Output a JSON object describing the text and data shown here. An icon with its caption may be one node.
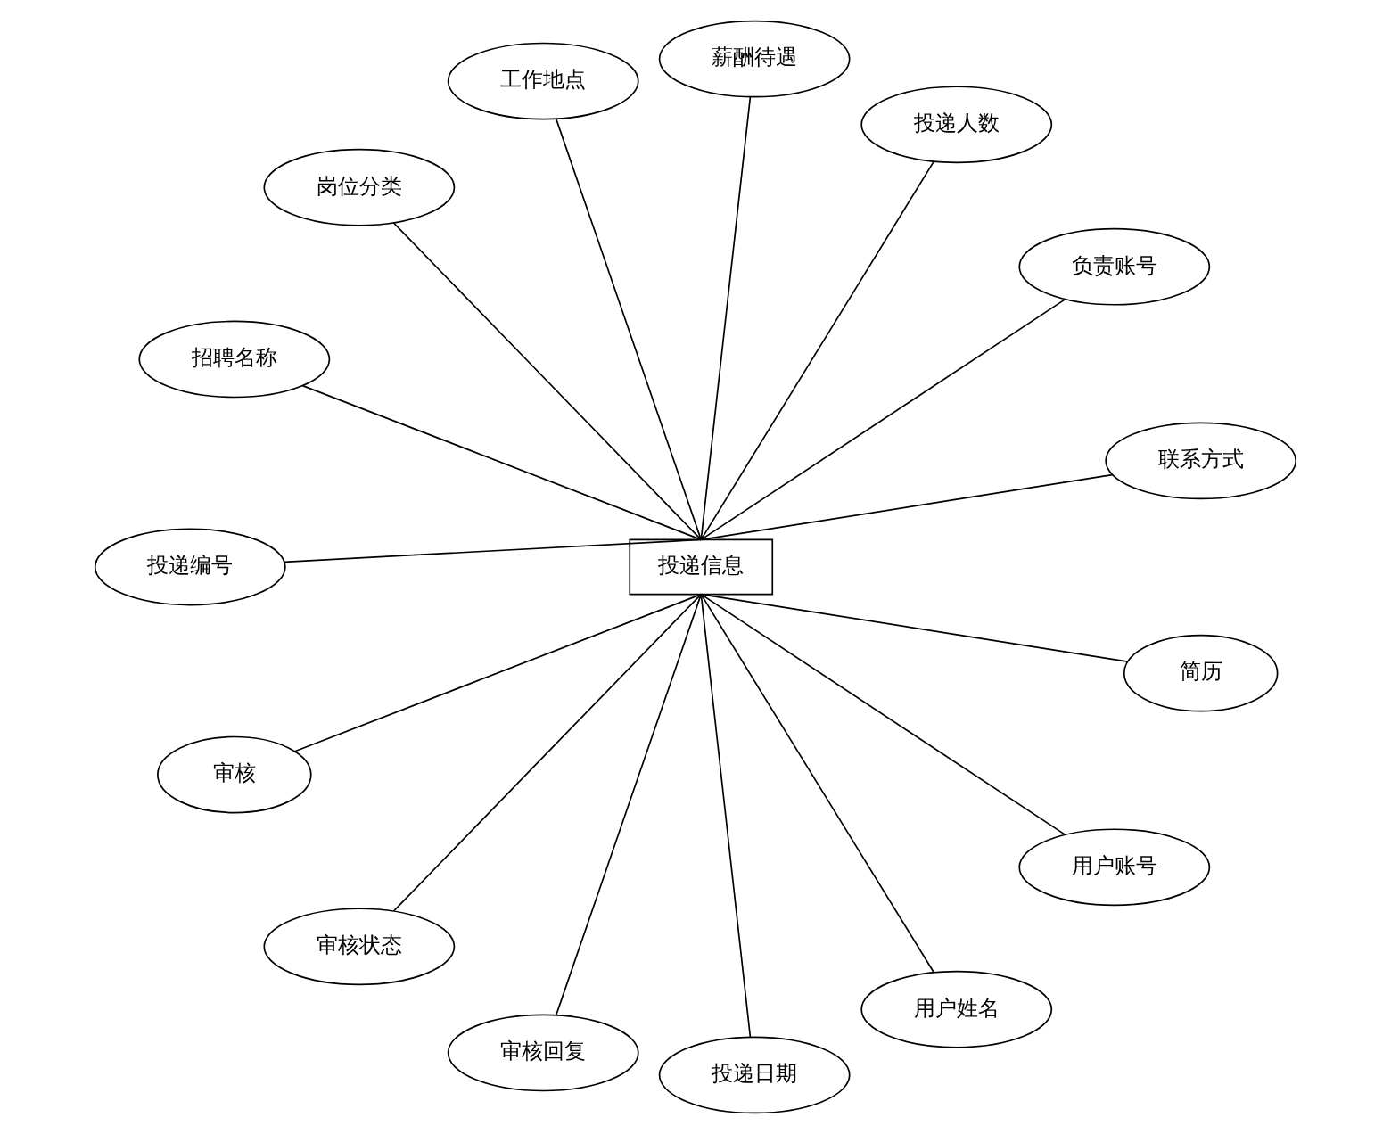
{
  "diagram": {
    "nodes": [
      {
        "text": [
          "工作地点"
        ]
      },
      {
        "text": [
          "薪酬待遇"
        ]
      },
      {
        "text": [
          "岗位分类"
        ]
      },
      {
        "text": [
          "投递人数"
        ]
      },
      {
        "text": [
          "招聘名称"
        ]
      },
      {
        "text": [
          "负责账号"
        ]
      },
      {
        "text": [
          "投递编号"
        ]
      },
      {
        "text": [
          "联系方式"
        ]
      },
      {
        "text": [
          "投递信息"
        ]
      },
      {
        "text": [
          "审核"
        ]
      },
      {
        "text": [
          "简历"
        ]
      },
      {
        "text": [
          "审核状态"
        ]
      },
      {
        "text": [
          "用户账号"
        ]
      },
      {
        "text": [
          "审核回复"
        ]
      },
      {
        "text": [
          "用户姓名"
        ]
      },
      {
        "text": [
          "投递日期"
        ]
      }
    ],
    "edges": [
      {
        "from": 8,
        "to": 6,
        "arrow": "none"
      },
      {
        "from": 8,
        "to": 4,
        "arrow": "none"
      },
      {
        "from": 8,
        "to": 2,
        "arrow": "none"
      },
      {
        "from": 8,
        "to": 0,
        "arrow": "none"
      },
      {
        "from": 8,
        "to": 1,
        "arrow": "none"
      },
      {
        "from": 8,
        "to": 3,
        "arrow": "none"
      },
      {
        "from": 8,
        "to": 5,
        "arrow": "none"
      },
      {
        "from": 8,
        "to": 7,
        "arrow": "none"
      },
      {
        "from": 8,
        "to": 10,
        "arrow": "none"
      },
      {
        "from": 8,
        "to": 12,
        "arrow": "none"
      },
      {
        "from": 8,
        "to": 14,
        "arrow": "none"
      },
      {
        "from": 8,
        "to": 15,
        "arrow": "none"
      },
      {
        "from": 8,
        "to": 13,
        "arrow": "none"
      },
      {
        "from": 8,
        "to": 11,
        "arrow": "none"
      },
      {
        "from": 8,
        "to": 9,
        "arrow": "none"
      }
    ]
  }
}
